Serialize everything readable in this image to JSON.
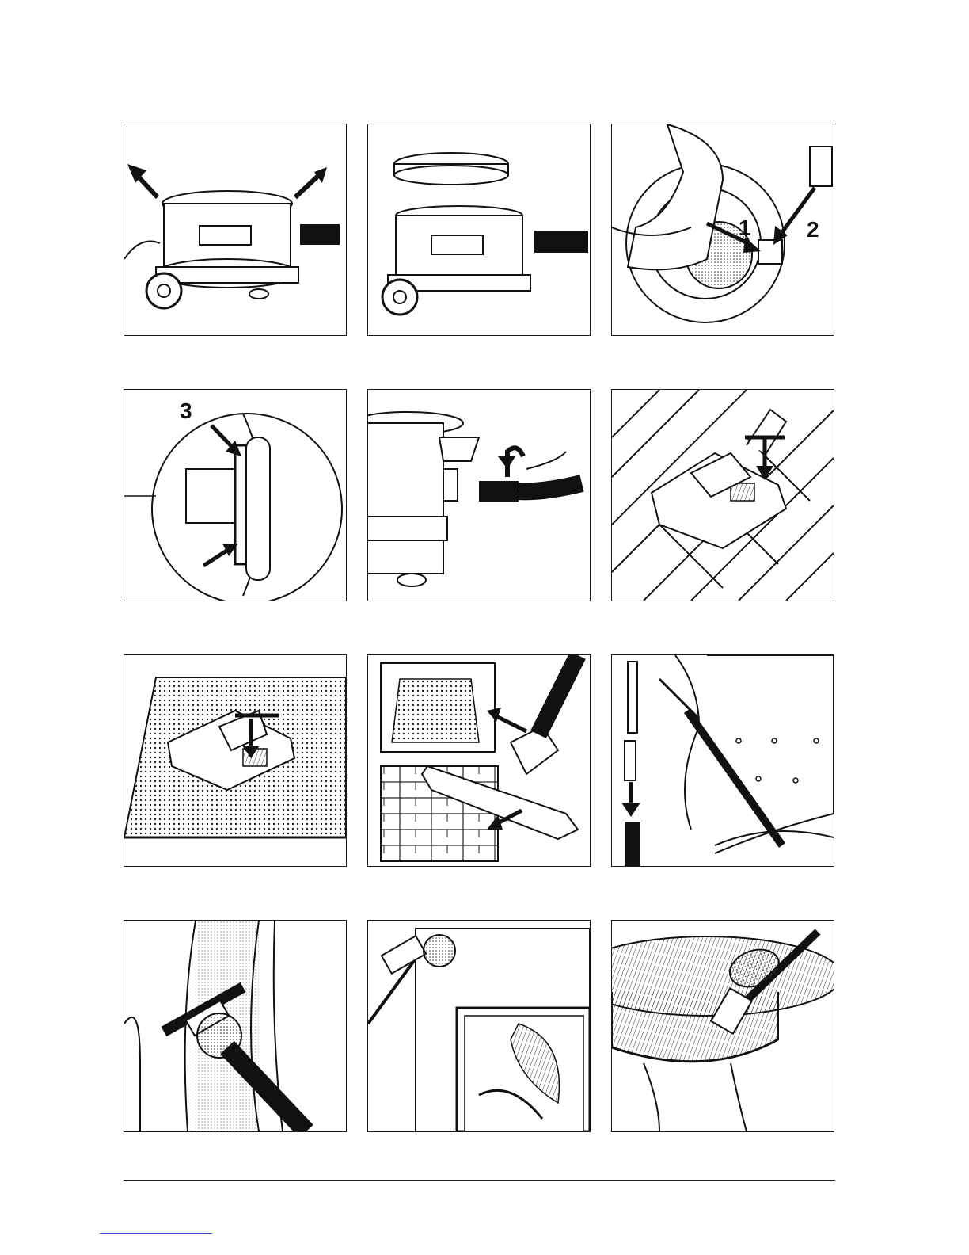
{
  "steps": {
    "step3": {
      "label_1": "1",
      "label_2": "2"
    },
    "step4": {
      "label_3": "3"
    }
  },
  "colors": {
    "ink": "#111111",
    "paper": "#ffffff",
    "link": "#3355cc"
  }
}
